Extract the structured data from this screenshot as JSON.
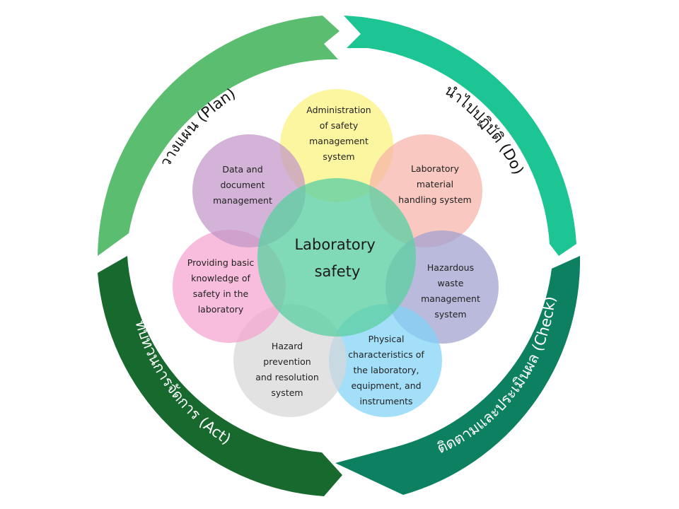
{
  "colors": {
    "plan": "#5bbd70",
    "do": "#1dc595",
    "check": "#0c8060",
    "act": "#17692e",
    "center": "#5ed0a3"
  },
  "cycle": {
    "plan": "วางแผน (Plan)",
    "do": "นำไปปฏิบัติ (Do)",
    "check": "ติดตามและประเมินผล (Check)",
    "act": "ทบทวนการจัดการ (Act)"
  },
  "center": {
    "line1": "Laboratory",
    "line2": "safety"
  },
  "petals": [
    {
      "color": "#fbf27c",
      "lines": [
        "Administration",
        "of safety",
        "management",
        "system"
      ]
    },
    {
      "color": "#f6b3a9",
      "lines": [
        "Laboratory",
        "material",
        "handling system"
      ]
    },
    {
      "color": "#9f9fcf",
      "lines": [
        "Hazardous",
        "waste",
        "management",
        "system"
      ]
    },
    {
      "color": "#7fd3f6",
      "lines": [
        "Physical",
        "characteristics of",
        "the laboratory,",
        "equipment, and",
        "instruments"
      ]
    },
    {
      "color": "#d7d7d7",
      "lines": [
        "Hazard",
        "prevention",
        "and resolution",
        "system"
      ]
    },
    {
      "color": "#f5a4cf",
      "lines": [
        "Providing basic",
        "knowledge of",
        "safety in the",
        "laboratory"
      ]
    },
    {
      "color": "#c295c8",
      "lines": [
        "Data and",
        "document",
        "management"
      ]
    }
  ]
}
